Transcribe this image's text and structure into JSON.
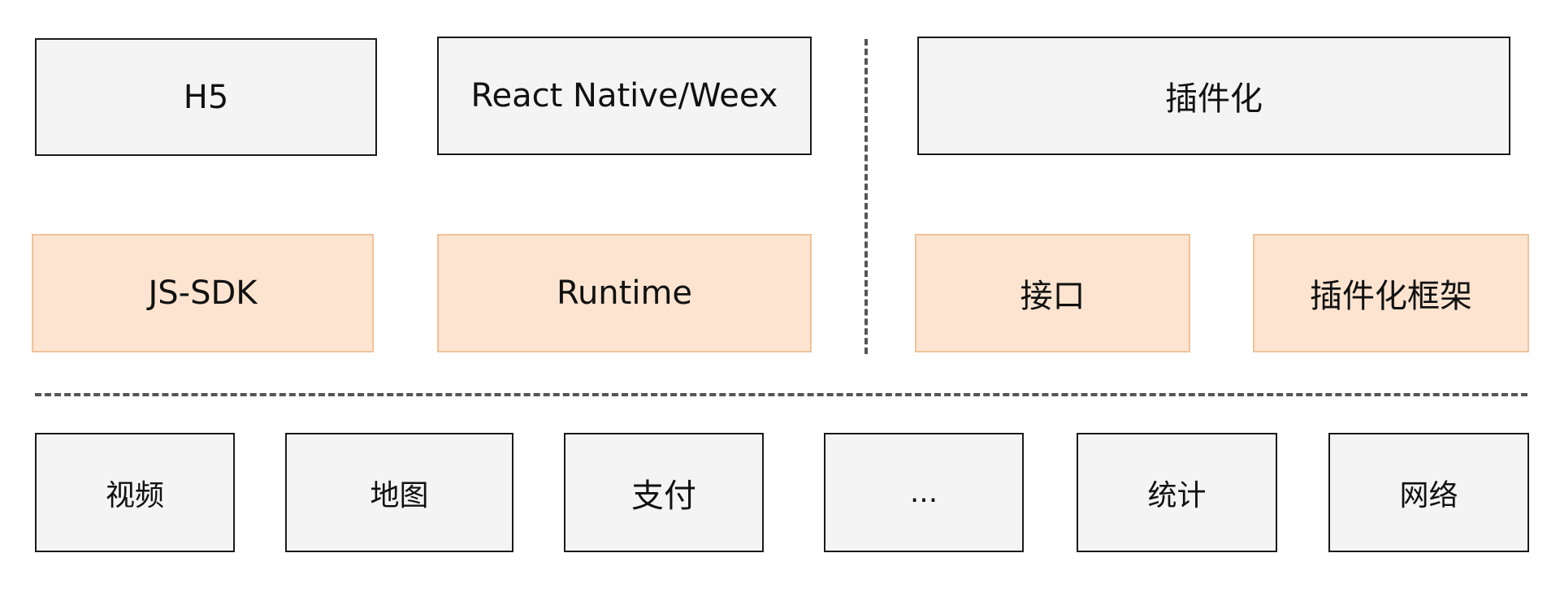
{
  "top_row": {
    "h5": "H5",
    "rn_weex": "React Native/Weex",
    "plugin": "插件化"
  },
  "middle_row": {
    "js_sdk": "JS-SDK",
    "runtime": "Runtime",
    "interface": "接口",
    "plugin_framework": "插件化框架"
  },
  "bottom_row": {
    "video": "视频",
    "map": "地图",
    "payment": "支付",
    "ellipsis": "...",
    "stats": "统计",
    "network": "网络"
  },
  "colors": {
    "gray_fill": "#f4f4f4",
    "gray_border": "#1a1a1a",
    "orange_fill": "#fce4d0",
    "orange_border": "#f0c29a",
    "divider": "#555555"
  }
}
